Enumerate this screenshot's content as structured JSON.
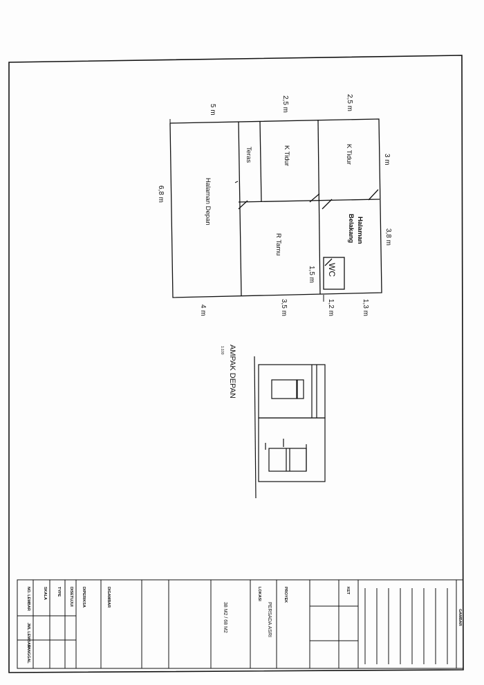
{
  "dimensions": {
    "top_left": "5 m",
    "top_mid": "2,5 m",
    "top_right": "2,5 m",
    "right_top": "3 m",
    "right_mid": "3,8 m",
    "right_bottom": "1,3 m",
    "left": "6,8 m",
    "bottom_left": "4 m",
    "bottom_mid": "3,5 m",
    "bottom_right": "1,2 m",
    "wc_width": "1,5 m"
  },
  "rooms": {
    "halaman_depan": "Halaman Depan",
    "teras": "Teras",
    "k_tidur_1": "K Tidur",
    "k_tidur_2": "K Tidur",
    "r_tamu": "R Tamu",
    "halaman_belakang_1": "Halaman",
    "halaman_belakang_2": "Belakang",
    "wc": "WC"
  },
  "elevation": {
    "title": "AMPAK DEPAN",
    "scale": "1:100"
  },
  "title_block": {
    "project": "PERSADA ASRI",
    "area": "38 M2 / 68 M2",
    "labels": [
      "GAMBAR",
      "PROYEK",
      "LOKASI",
      "TYPE",
      "DIGAMBAR",
      "DIPERIKSA",
      "DISETUJUI",
      "SKALA",
      "NO. LEMBAR",
      "JML LEMBAR",
      "TANGGAL",
      "KET"
    ]
  }
}
